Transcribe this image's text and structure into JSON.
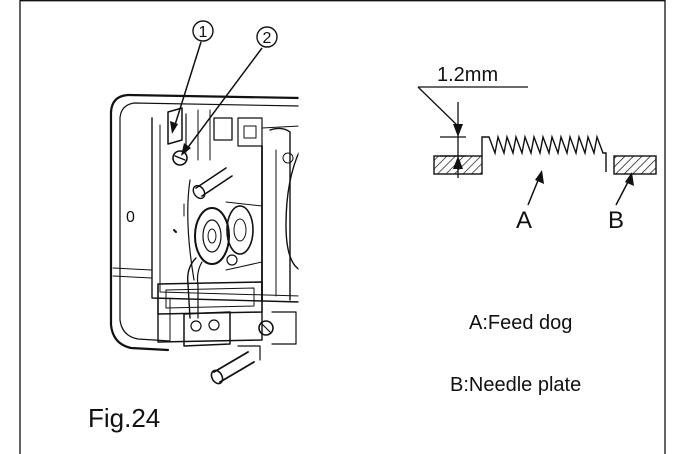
{
  "callouts": {
    "one": "①",
    "two": "②"
  },
  "gap": {
    "value": "1.2mm"
  },
  "parts": {
    "a_marker": "A",
    "b_marker": "B"
  },
  "legend": {
    "a": "A:Feed dog",
    "b": "B:Needle plate"
  },
  "figure": {
    "caption": "Fig.24"
  },
  "machine": {
    "dial_mark": "0"
  },
  "colors": {
    "ink": "#111111",
    "background": "#ffffff"
  }
}
